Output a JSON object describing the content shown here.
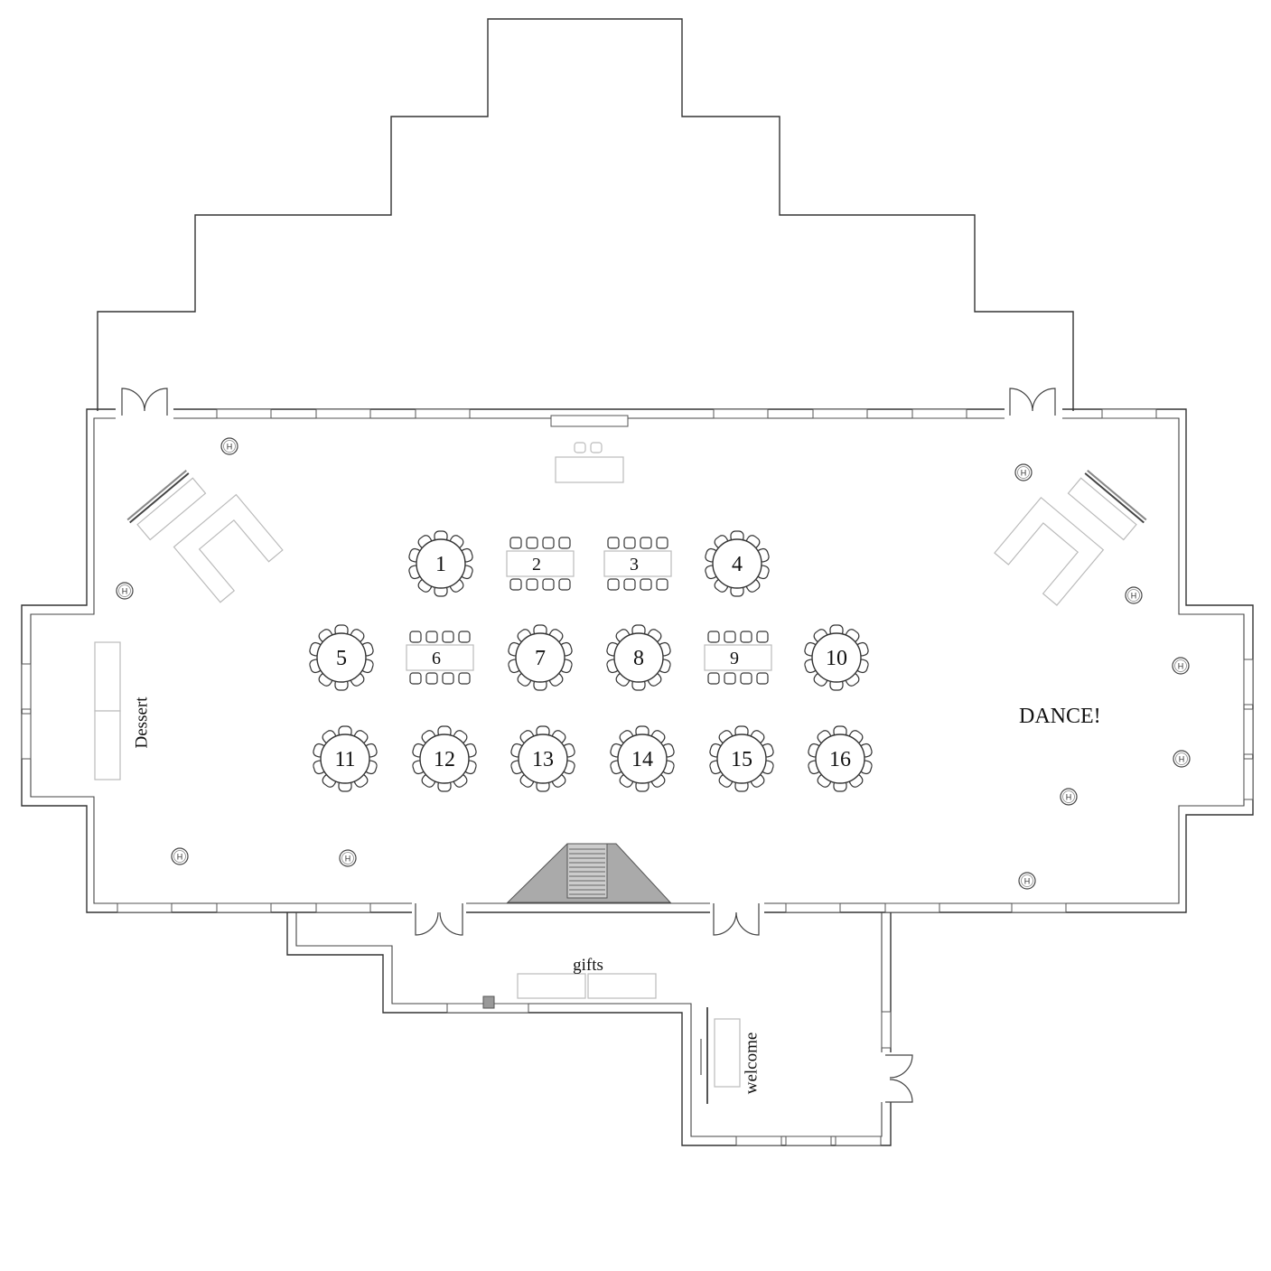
{
  "labels": {
    "dessert": "Dessert",
    "dance": "DANCE!",
    "gifts": "gifts",
    "welcome": "welcome",
    "heater": "H"
  },
  "tables": [
    {
      "number": "1",
      "shape": "round"
    },
    {
      "number": "2",
      "shape": "rectangular"
    },
    {
      "number": "3",
      "shape": "rectangular"
    },
    {
      "number": "4",
      "shape": "round"
    },
    {
      "number": "5",
      "shape": "round"
    },
    {
      "number": "6",
      "shape": "rectangular"
    },
    {
      "number": "7",
      "shape": "round"
    },
    {
      "number": "8",
      "shape": "round"
    },
    {
      "number": "9",
      "shape": "rectangular"
    },
    {
      "number": "10",
      "shape": "round"
    },
    {
      "number": "11",
      "shape": "round"
    },
    {
      "number": "12",
      "shape": "round"
    },
    {
      "number": "13",
      "shape": "round"
    },
    {
      "number": "14",
      "shape": "round"
    },
    {
      "number": "15",
      "shape": "round"
    },
    {
      "number": "16",
      "shape": "round"
    }
  ],
  "colors": {
    "walls": "#333333",
    "furniture_outline": "#bbbbbb",
    "stage": "#aaaaaa"
  }
}
